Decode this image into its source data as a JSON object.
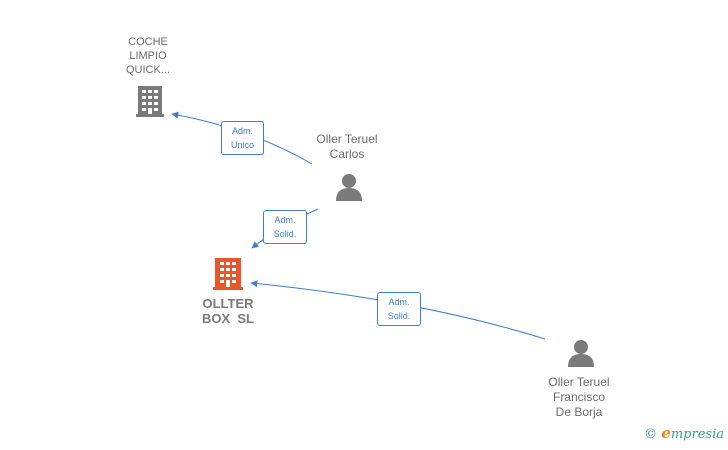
{
  "nodes": {
    "coche": {
      "lines": [
        "COCHE",
        "LIMPIO",
        "QUICK..."
      ],
      "icon": "building-icon",
      "color": "#7a7a7a"
    },
    "ollter": {
      "lines": [
        "OLLTER",
        "BOX  SL"
      ],
      "icon": "building-icon",
      "color": "#e8562a"
    },
    "carlos": {
      "lines": [
        "Oller Teruel",
        "Carlos"
      ],
      "icon": "person-icon",
      "color": "#7a7a7a"
    },
    "francisco": {
      "lines": [
        "Oller Teruel",
        "Francisco",
        "De Borja"
      ],
      "icon": "person-icon",
      "color": "#7a7a7a"
    }
  },
  "edges": [
    {
      "from": "carlos",
      "to": "coche",
      "lines": [
        "Adm.",
        "Unico"
      ]
    },
    {
      "from": "carlos",
      "to": "ollter",
      "lines": [
        "Adm.",
        "Solid."
      ]
    },
    {
      "from": "francisco",
      "to": "ollter",
      "lines": [
        "Adm.",
        "Solid."
      ]
    }
  ],
  "edge_color": "#3d7fd0",
  "brand": {
    "copyright": "©",
    "e": "e",
    "rest": "mpresia"
  }
}
